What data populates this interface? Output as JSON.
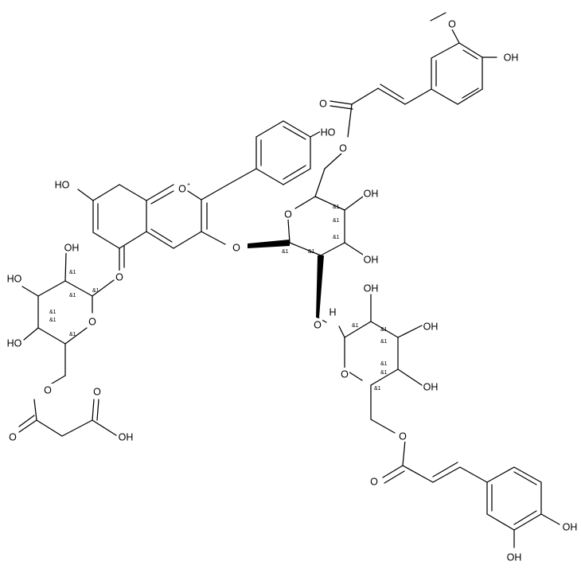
{
  "molecule": {
    "atom_labels": [
      {
        "id": "oh-top-right",
        "text": "OH"
      },
      {
        "id": "o-methoxy",
        "text": "O"
      },
      {
        "id": "o-ester-carbonyl-top",
        "text": "O"
      },
      {
        "id": "oh-phenol",
        "text": "HO"
      },
      {
        "id": "o-flavylium",
        "text": "O",
        "charge": "+"
      },
      {
        "id": "oh-7",
        "text": "HO"
      },
      {
        "id": "o-ester-top",
        "text": "O"
      },
      {
        "id": "o-ring-sugar-a",
        "text": "O"
      },
      {
        "id": "oh-sugar-a-1",
        "text": "OH"
      },
      {
        "id": "o-glycoside-3",
        "text": "O"
      },
      {
        "id": "oh-sugar-a-2",
        "text": "OH"
      },
      {
        "id": "oh-glc-2",
        "text": "OH"
      },
      {
        "id": "oh-glc-3",
        "text": "HO"
      },
      {
        "id": "o-glycoside-5",
        "text": "O"
      },
      {
        "id": "oh-glc-4",
        "text": "HO"
      },
      {
        "id": "o-ring-glc",
        "text": "O"
      },
      {
        "id": "o-glycoside-2",
        "text": "O"
      },
      {
        "id": "h-anomeric",
        "text": "H"
      },
      {
        "id": "oh-sugar-b-1",
        "text": "OH"
      },
      {
        "id": "oh-sugar-b-2",
        "text": "OH"
      },
      {
        "id": "oh-sugar-b-3",
        "text": "OH"
      },
      {
        "id": "o-ring-sugar-b",
        "text": "O"
      },
      {
        "id": "o-ester-glc",
        "text": "O"
      },
      {
        "id": "oh-malonyl-top",
        "text": "O"
      },
      {
        "id": "o-malonyl-carbonyl",
        "text": "O"
      },
      {
        "id": "oh-malonyl-acid",
        "text": "OH"
      },
      {
        "id": "o-ester-bottom",
        "text": "O"
      },
      {
        "id": "o-ester-carbonyl-bottom",
        "text": "O"
      },
      {
        "id": "oh-caffeoyl-1",
        "text": "OH"
      },
      {
        "id": "oh-caffeoyl-2",
        "text": "OH"
      }
    ],
    "stereo_label": "&1"
  }
}
